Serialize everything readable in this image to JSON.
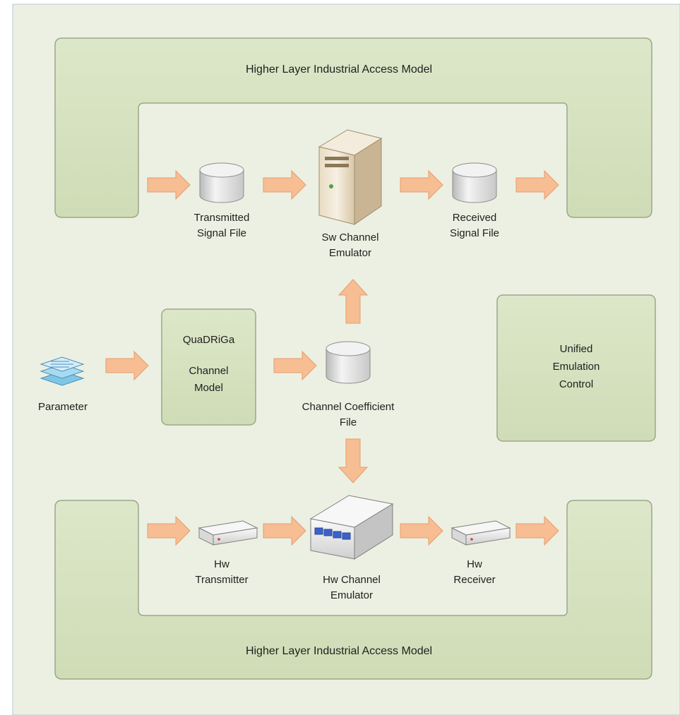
{
  "colors": {
    "background": "#ecf0e2",
    "frame": "#d7e2c2",
    "frame_border": "#9aa88a",
    "arrow": "#f7bd93",
    "arrow_border": "#e59e6d",
    "cylinder": "#e6e6e6"
  },
  "top_frame": {
    "title": "Higher Layer Industrial Access Model"
  },
  "bottom_frame": {
    "title": "Higher Layer Industrial Access Model"
  },
  "nodes": {
    "transmitted_signal_file": {
      "line1": "Transmitted",
      "line2": "Signal File",
      "icon": "database-cylinder-icon"
    },
    "sw_channel_emulator": {
      "line1": "Sw Channel",
      "line2": "Emulator",
      "icon": "server-tower-icon"
    },
    "received_signal_file": {
      "line1": "Received",
      "line2": "Signal File",
      "icon": "database-cylinder-icon"
    },
    "parameter": {
      "label": "Parameter",
      "icon": "document-stack-icon"
    },
    "quadriga": {
      "line1": "QuaDRiGa",
      "line2": "Channel",
      "line3": "Model"
    },
    "channel_coefficient_file": {
      "line1": "Channel Coefficient",
      "line2": "File",
      "icon": "database-cylinder-icon"
    },
    "unified_control": {
      "line1": "Unified",
      "line2": "Emulation",
      "line3": "Control"
    },
    "hw_transmitter": {
      "line1": "Hw",
      "line2": "Transmitter",
      "icon": "network-device-icon"
    },
    "hw_channel_emulator": {
      "line1": "Hw Channel",
      "line2": "Emulator",
      "icon": "hardware-emulator-icon"
    },
    "hw_receiver": {
      "line1": "Hw",
      "line2": "Receiver",
      "icon": "network-device-icon"
    }
  }
}
